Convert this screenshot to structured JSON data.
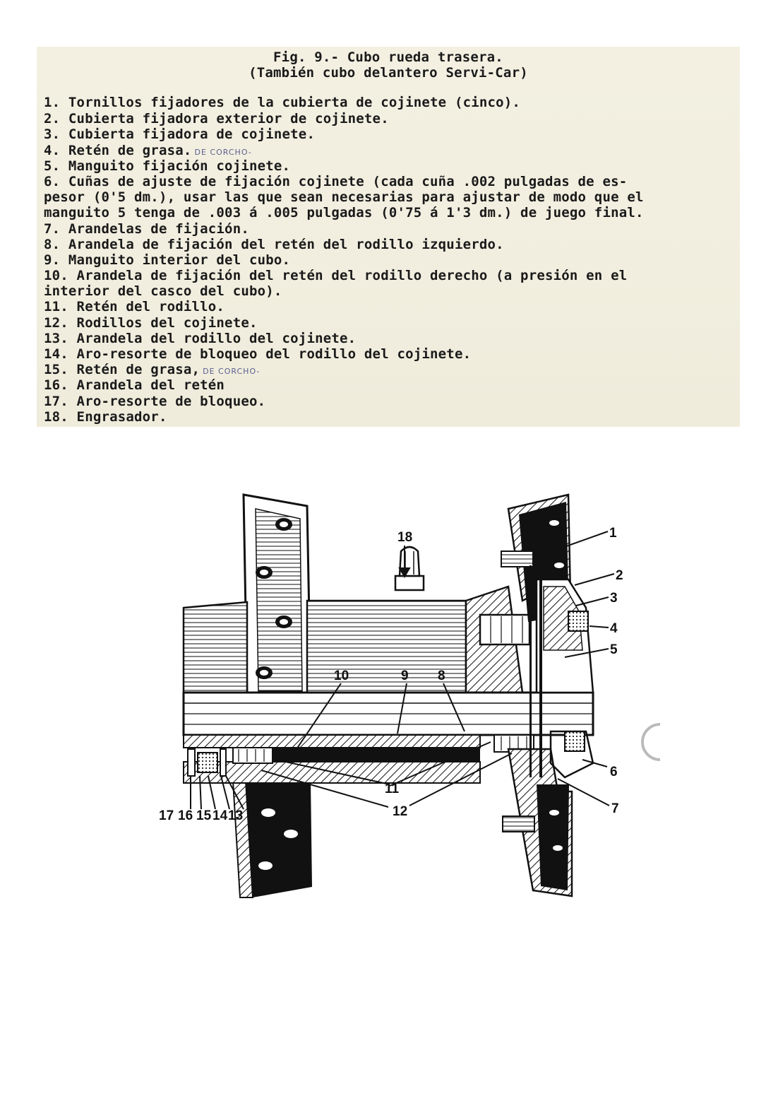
{
  "title": {
    "line1": "Fig. 9.- Cubo rueda trasera.",
    "line2": "(También cubo delantero Servi-Car)"
  },
  "items": [
    "1. Tornillos fijadores de la cubierta de cojinete (cinco).",
    "2. Cubierta fijadora exterior de cojinete.",
    "3. Cubierta fijadora de cojinete.",
    "4. Retén de grasa.",
    "5. Manguito fijación cojinete.",
    "6. Cuñas de ajuste de fijación cojinete (cada cuña .002 pulgadas de es-",
    "pesor (0'5 dm.), usar las que sean necesarias para ajustar de modo que el",
    "manguito 5 tenga de .003 á .005 pulgadas (0'75 á 1'3 dm.) de juego final.",
    "7. Arandelas de fijación.",
    "8. Arandela de fijación del retén del rodillo izquierdo.",
    "9. Manguito interior del cubo.",
    "10. Arandela de fijación del retén del rodillo derecho (a presión en el",
    "interior del casco del cubo).",
    "11. Retén del rodillo.",
    "12. Rodillos del cojinete.",
    "13. Arandela del rodillo del cojinete.",
    "14. Aro-resorte de bloqueo del rodillo del cojinete.",
    "15. Retén de grasa,",
    "16. Arandela del retén",
    "17. Aro-resorte de bloqueo.",
    "18. Engrasador."
  ],
  "handwritten": {
    "note4": "DE CORCHO-",
    "note15": "DE CORCHO-"
  },
  "diagram_labels": {
    "l1": "1",
    "l2": "2",
    "l3": "3",
    "l4": "4",
    "l5": "5",
    "l6": "6",
    "l7": "7",
    "l8": "8",
    "l9": "9",
    "l10": "10",
    "l11": "11",
    "l12": "12",
    "l13": "13",
    "l14": "14",
    "l15": "15",
    "l16": "16",
    "l17": "17",
    "l18": "18"
  },
  "colors": {
    "paper": "#f2efe0",
    "ink": "#1a1a1a",
    "pencil": "#5a5e8e"
  }
}
